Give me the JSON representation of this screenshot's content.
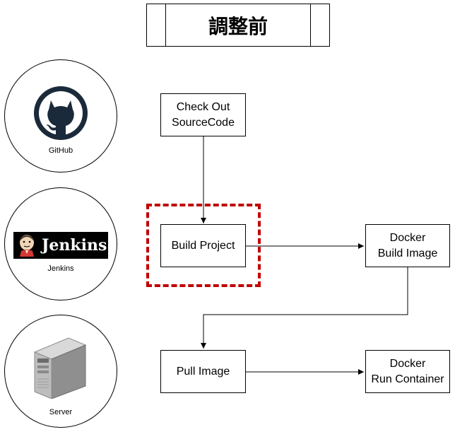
{
  "title": "調整前",
  "sources": [
    {
      "id": "github",
      "label": "GitHub",
      "icon": "github-icon"
    },
    {
      "id": "jenkins",
      "label": "Jenkins",
      "icon": "jenkins-logo",
      "logo_text": "Jenkins"
    },
    {
      "id": "server",
      "label": "Server",
      "icon": "server-tower-icon"
    }
  ],
  "steps": {
    "checkout": "Check Out\nSourceCode",
    "build_project": "Build Project",
    "docker_build": "Docker\nBuild Image",
    "pull_image": "Pull Image",
    "docker_run": "Docker\nRun Container"
  },
  "highlight_color": "#c00000"
}
